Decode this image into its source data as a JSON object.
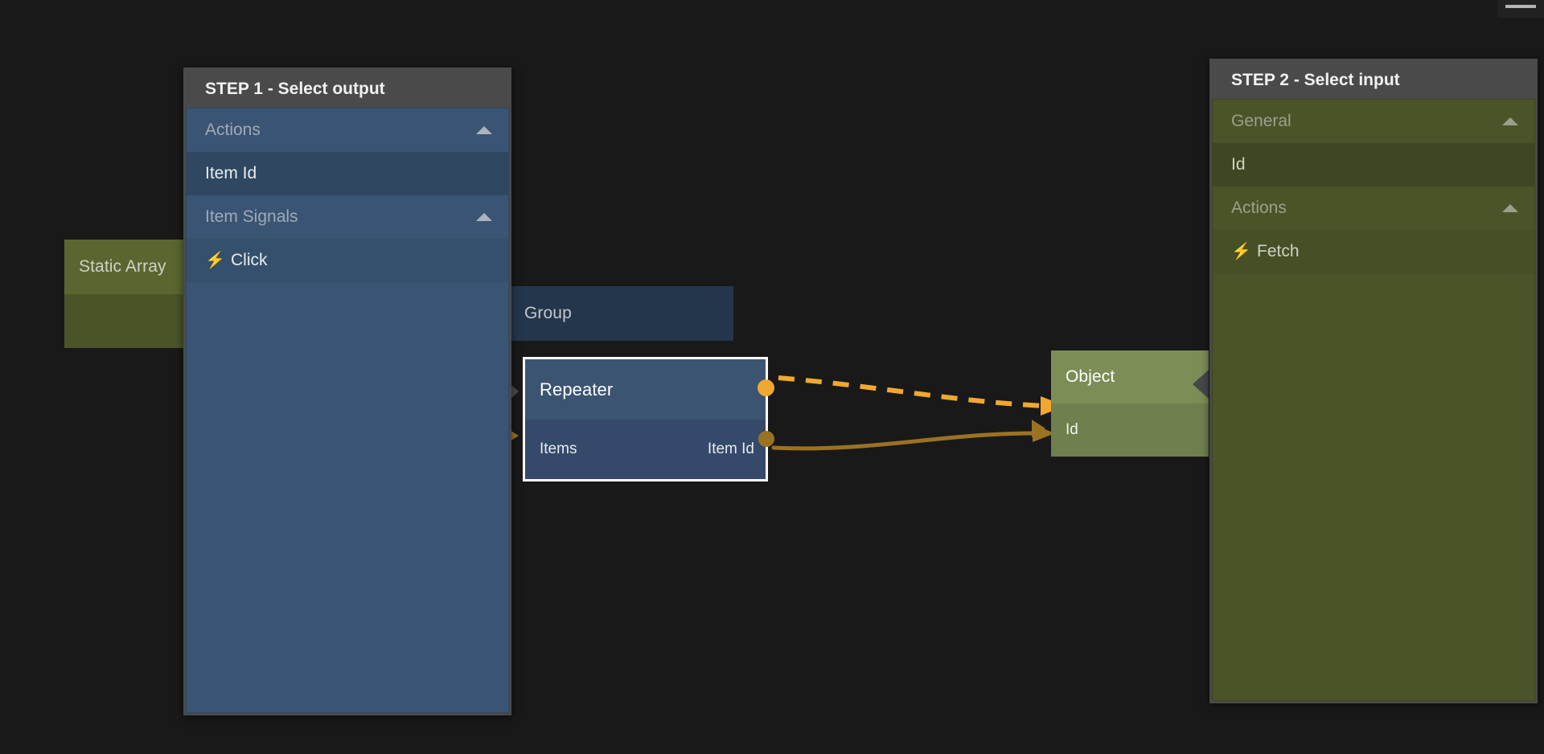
{
  "window": {
    "titlebar_glyph": "window-controls-bar"
  },
  "graph": {
    "nodes": [
      {
        "id": "static-array",
        "title": "Static Array",
        "kind": "data-node",
        "color": "#5a6630"
      },
      {
        "id": "group",
        "title": "Group",
        "kind": "visual-node",
        "color": "#24364b"
      },
      {
        "id": "repeater",
        "title": "Repeater",
        "kind": "visual-node",
        "selected": true,
        "color": "#3b5472",
        "input_port_label": "Items",
        "output_port_label": "Item Id"
      },
      {
        "id": "object",
        "title": "Object",
        "kind": "data-node",
        "color": "#7c8d56",
        "input_port_label": "Id"
      }
    ],
    "connections": [
      {
        "id": "signal-wire",
        "from": "repeater.click",
        "to": "object.fetch",
        "style": "dashed",
        "color": "#f0a830"
      },
      {
        "id": "data-wire",
        "from": "repeater.item-id",
        "to": "object.id",
        "style": "solid",
        "color": "#9a7222"
      }
    ]
  },
  "step1": {
    "title": "STEP 1 - Select output",
    "accent": "#3a5573",
    "rows": [
      {
        "label": "Actions",
        "type": "group",
        "collapsible": true,
        "icon": ""
      },
      {
        "label": "Item Id",
        "type": "item",
        "collapsible": false,
        "icon": ""
      },
      {
        "label": "Item Signals",
        "type": "group",
        "collapsible": true,
        "icon": ""
      },
      {
        "label": "Click",
        "type": "signal",
        "collapsible": false,
        "icon": "⚡"
      }
    ]
  },
  "step2": {
    "title": "STEP 2 - Select input",
    "accent": "#4b5429",
    "rows": [
      {
        "label": "General",
        "type": "group",
        "collapsible": true,
        "icon": ""
      },
      {
        "label": "Id",
        "type": "item",
        "collapsible": false,
        "icon": ""
      },
      {
        "label": "Actions",
        "type": "group",
        "collapsible": true,
        "icon": ""
      },
      {
        "label": "Fetch",
        "type": "signal",
        "collapsible": false,
        "icon": "⚡"
      }
    ]
  }
}
